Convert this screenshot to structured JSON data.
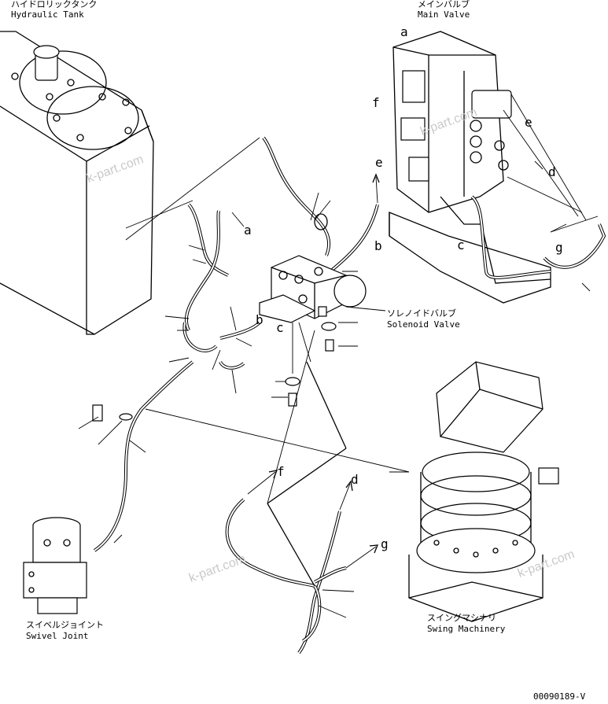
{
  "labels": {
    "hydraulic_tank_jp": "ハイドロリックタンク",
    "hydraulic_tank_en": "Hydraulic Tank",
    "main_valve_jp": "メインバルブ",
    "main_valve_en": "Main Valve",
    "solenoid_valve_jp": "ソレノイドバルブ",
    "solenoid_valve_en": "Solenoid Valve",
    "swing_machinery_jp": "スイングマシナリ",
    "swing_machinery_en": "Swing Machinery",
    "swivel_joint_jp": "スイベルジョイント",
    "swivel_joint_en": "Swivel Joint"
  },
  "connection_letters": {
    "a_mv": "a",
    "a_sol": "a",
    "b_mv": "b",
    "b_sol": "b",
    "c_mv": "c",
    "c_sol": "c",
    "d_mv": "d",
    "d_low": "d",
    "e_mv": "e",
    "e_arrow": "e",
    "f_mv": "f",
    "f_low": "f",
    "g_mv": "g",
    "g_low": "g"
  },
  "watermarks": [
    "k-part.com",
    "k-part.com",
    "k-part.com",
    "k-part.com"
  ],
  "drawing_number": "00090189-V"
}
